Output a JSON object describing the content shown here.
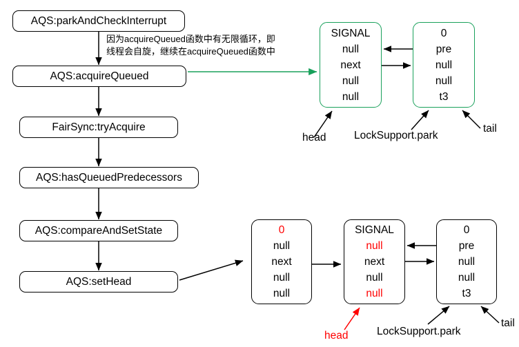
{
  "diagram": {
    "title": "AQS fair lock acquire flow with CLH queue node states",
    "colors": {
      "default_stroke": "#000000",
      "green_accent": "#18a05a",
      "red_accent": "#ff0000",
      "background": "#ffffff"
    },
    "flow_steps": [
      {
        "label": "AQS:parkAndCheckInterrupt"
      },
      {
        "label": "AQS:acquireQueued"
      },
      {
        "label": "FairSync:tryAcquire"
      },
      {
        "label": "AQS:hasQueuedPredecessors"
      },
      {
        "label": "AQS:compareAndSetState"
      },
      {
        "label": "AQS:setHead"
      }
    ],
    "note": {
      "line1": "因为acquireQueued函数中有无限循环，即",
      "line2": "线程会自旋，继续在acquireQueued函数中"
    },
    "top_queue": {
      "nodes": [
        {
          "id": "top-head-node",
          "rows": [
            {
              "text": "SIGNAL",
              "color": "black"
            },
            {
              "text": "null",
              "color": "black"
            },
            {
              "text": "next",
              "color": "black"
            },
            {
              "text": "null",
              "color": "black"
            },
            {
              "text": "null",
              "color": "black"
            }
          ]
        },
        {
          "id": "top-tail-node",
          "rows": [
            {
              "text": "0",
              "color": "black"
            },
            {
              "text": "pre",
              "color": "black"
            },
            {
              "text": "null",
              "color": "black"
            },
            {
              "text": "null",
              "color": "black"
            },
            {
              "text": "t3",
              "color": "black"
            }
          ]
        }
      ],
      "labels": {
        "head": "head",
        "park": "LockSupport.park",
        "tail": "tail"
      }
    },
    "bottom_queue": {
      "nodes": [
        {
          "id": "bottom-old-head-node",
          "rows": [
            {
              "text": "0",
              "color": "red"
            },
            {
              "text": "null",
              "color": "black"
            },
            {
              "text": "next",
              "color": "black"
            },
            {
              "text": "null",
              "color": "black"
            },
            {
              "text": "null",
              "color": "black"
            }
          ]
        },
        {
          "id": "bottom-new-head-node",
          "rows": [
            {
              "text": "SIGNAL",
              "color": "black"
            },
            {
              "text": "null",
              "color": "red"
            },
            {
              "text": "next",
              "color": "black"
            },
            {
              "text": "null",
              "color": "black"
            },
            {
              "text": "null",
              "color": "red"
            }
          ]
        },
        {
          "id": "bottom-tail-node",
          "rows": [
            {
              "text": "0",
              "color": "black"
            },
            {
              "text": "pre",
              "color": "black"
            },
            {
              "text": "null",
              "color": "black"
            },
            {
              "text": "null",
              "color": "black"
            },
            {
              "text": "t3",
              "color": "black"
            }
          ]
        }
      ],
      "labels": {
        "head": "head",
        "park": "LockSupport.park",
        "tail": "tail"
      }
    }
  }
}
